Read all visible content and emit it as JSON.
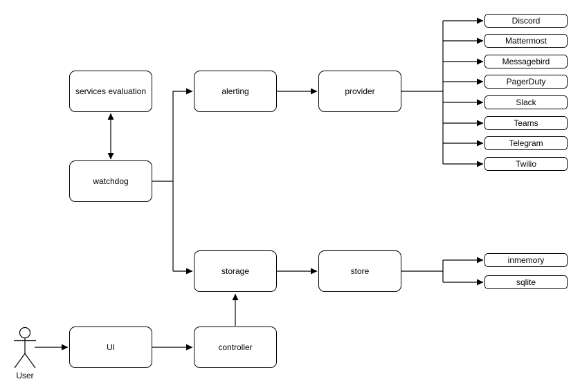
{
  "actor": {
    "label": "User"
  },
  "nodes": {
    "services_evaluation": "services evaluation",
    "watchdog": "watchdog",
    "alerting": "alerting",
    "provider": "provider",
    "storage": "storage",
    "store": "store",
    "ui": "UI",
    "controller": "controller"
  },
  "providers": [
    "Discord",
    "Mattermost",
    "Messagebird",
    "PagerDuty",
    "Slack",
    "Teams",
    "Telegram",
    "Twilio"
  ],
  "stores": [
    "inmemory",
    "sqlite"
  ],
  "colors": {
    "line": "#000000",
    "box-border": "#000000",
    "box-fill": "#ffffff",
    "background": "#ffffff",
    "text": "#000000"
  }
}
